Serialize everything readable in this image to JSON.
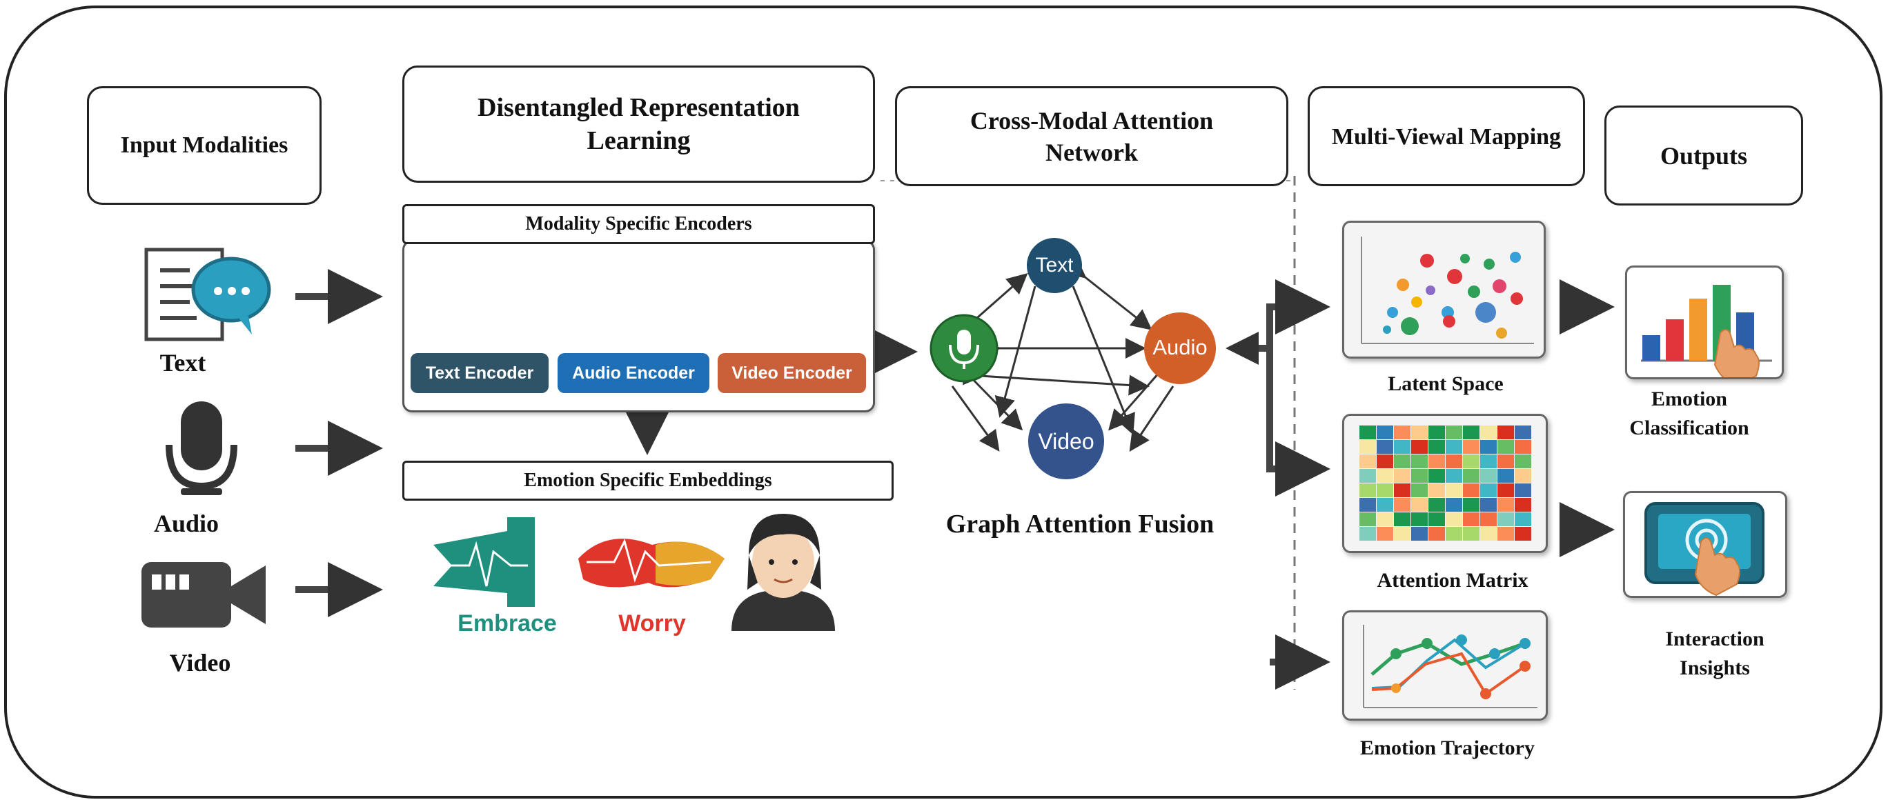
{
  "headers": {
    "input": "Input Modalities",
    "drl": "Disentangled Representation Learning",
    "cman": "Cross-Modal Attention Network",
    "mvm": "Multi-Viewal Mapping",
    "outputs": "Outputs"
  },
  "inputs": {
    "text": "Text",
    "audio": "Audio",
    "video": "Video"
  },
  "encoders": {
    "title": "Modality Specific Encoders",
    "items": [
      {
        "label": "Text Encoder",
        "color": "#2f5468"
      },
      {
        "label": "Audio Encoder",
        "color": "#1e6fb5"
      },
      {
        "label": "Video Encoder",
        "color": "#c9603a"
      }
    ]
  },
  "embeddings": {
    "title": "Emotion Specific Embeddings",
    "embrace": "Embrace",
    "worry": "Worry"
  },
  "graph": {
    "title": "Graph Attention Fusion",
    "nodes": {
      "text": "Text",
      "audio": "Audio",
      "video": "Video"
    }
  },
  "mapping": {
    "latent": "Latent Space",
    "attention": "Attention Matrix",
    "trajectory": "Emotion Trajectory"
  },
  "outputs": {
    "classification": "Emotion Classification",
    "insights": "Interaction Insights"
  },
  "colors": {
    "text_node": "#1f4e6e",
    "audio_node": "#d35f28",
    "video_node": "#34538c",
    "mic_node": "#2e8b3e",
    "arrow": "#444444"
  }
}
